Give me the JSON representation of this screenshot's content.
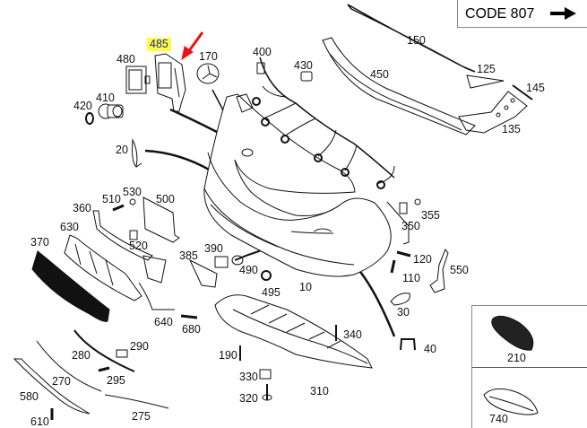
{
  "diagram": {
    "title_code": "CODE 807",
    "highlight_color": "#ffff33",
    "highlight_text_color": "#1a1acc",
    "pointer_arrow_color": "#ee1111",
    "highlighted_part": "485",
    "parts": {
      "p485": "485",
      "p480": "480",
      "p170": "170",
      "p400": "400",
      "p430": "430",
      "p150": "150",
      "p450": "450",
      "p125": "125",
      "p145": "145",
      "p135": "135",
      "p420": "420",
      "p410": "410",
      "p20": "20",
      "p510": "510",
      "p530": "530",
      "p500": "500",
      "p360": "360",
      "p630": "630",
      "p370": "370",
      "p520": "520",
      "p385": "385",
      "p390": "390",
      "p490": "490",
      "p495": "495",
      "p10": "10",
      "p350": "350",
      "p355": "355",
      "p120": "120",
      "p110": "110",
      "p550": "550",
      "p30": "30",
      "p40": "40",
      "p640": "640",
      "p680": "680",
      "p290": "290",
      "p280": "280",
      "p295": "295",
      "p270": "270",
      "p580": "580",
      "p610": "610",
      "p275": "275",
      "p190": "190",
      "p340": "340",
      "p330": "330",
      "p320": "320",
      "p310": "310",
      "p210": "210",
      "p740": "740"
    }
  }
}
